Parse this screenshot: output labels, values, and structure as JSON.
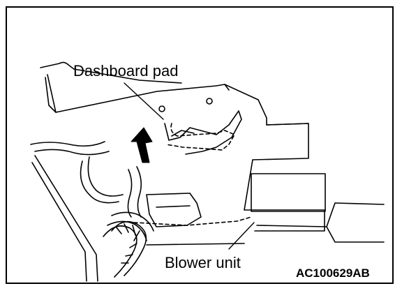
{
  "diagram": {
    "labels": {
      "dashboard_pad": "Dashboard pad",
      "blower_unit": "Blower unit",
      "figure_code": "AC100629AB"
    },
    "colors": {
      "line": "#000000",
      "background": "#ffffff"
    }
  }
}
